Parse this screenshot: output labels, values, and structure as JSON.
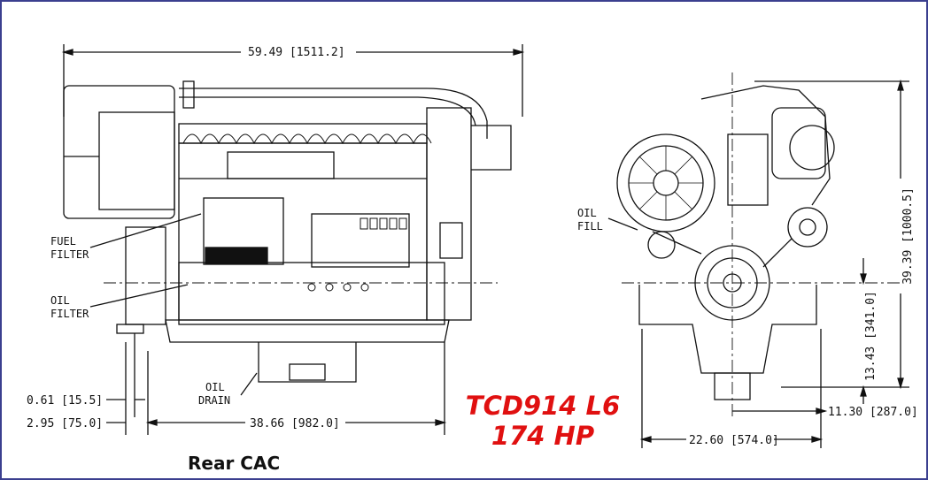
{
  "dimensions": {
    "overall_length": "59.49 [1511.2]",
    "height": "39.39 [1000.5]",
    "crank_height": "13.43 [341.0]",
    "half_width": "11.30 [287.0]",
    "width": "22.60 [574.0]",
    "front_offset_small": "0.61 [15.5]",
    "front_offset": "2.95 [75.0]",
    "base_length": "38.66 [982.0]"
  },
  "labels": {
    "fuel_filter_1": "FUEL",
    "fuel_filter_2": "FILTER",
    "oil_filter_1": "OIL",
    "oil_filter_2": "FILTER",
    "oil_drain_1": "OIL",
    "oil_drain_2": "DRAIN",
    "oil_fill_1": "OIL",
    "oil_fill_2": "FILL"
  },
  "model": {
    "line1": "TCD914 L6",
    "line2": "174 HP"
  },
  "caption": "Rear CAC",
  "colors": {
    "border": "#3b3f8f",
    "model_text": "#e01010"
  }
}
